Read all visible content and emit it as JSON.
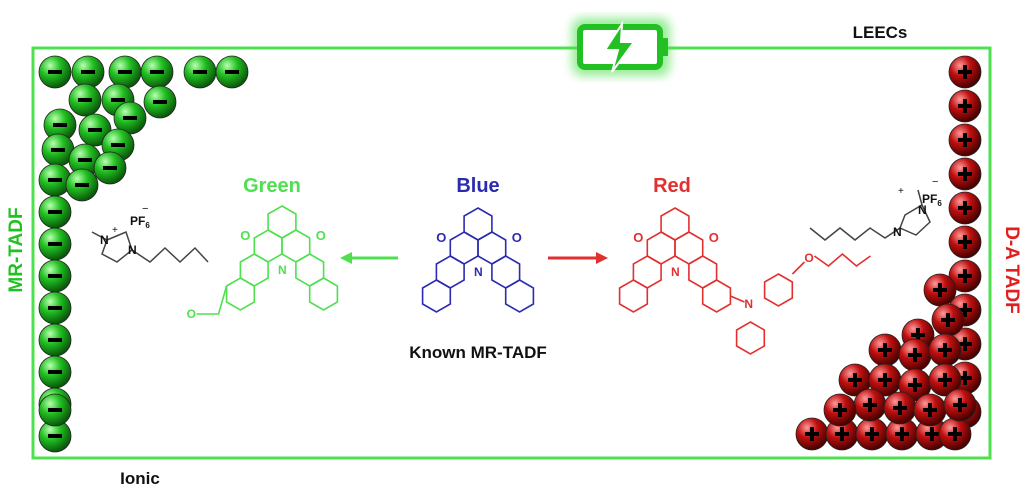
{
  "header": {
    "device_label": "LEECs",
    "battery_icon": "battery-charging-icon"
  },
  "side_labels": {
    "left": "MR-TADF",
    "right": "D-A TADF",
    "bottom_left": "Ionic"
  },
  "molecules": {
    "green": {
      "title": "Green",
      "color": "#4fe04f"
    },
    "blue": {
      "title": "Blue",
      "caption": "Known MR-TADF",
      "color": "#2b2bb0"
    },
    "red": {
      "title": "Red",
      "color": "#e23030"
    }
  },
  "atoms": {
    "oxygen": "O",
    "nitrogen": "N",
    "counterion": "PF",
    "counterion_sub": "6",
    "plus": "+",
    "minus": "−"
  },
  "colors": {
    "frame": "#4fe04f",
    "green_ion": "#22c022",
    "red_ion": "#b01010"
  }
}
